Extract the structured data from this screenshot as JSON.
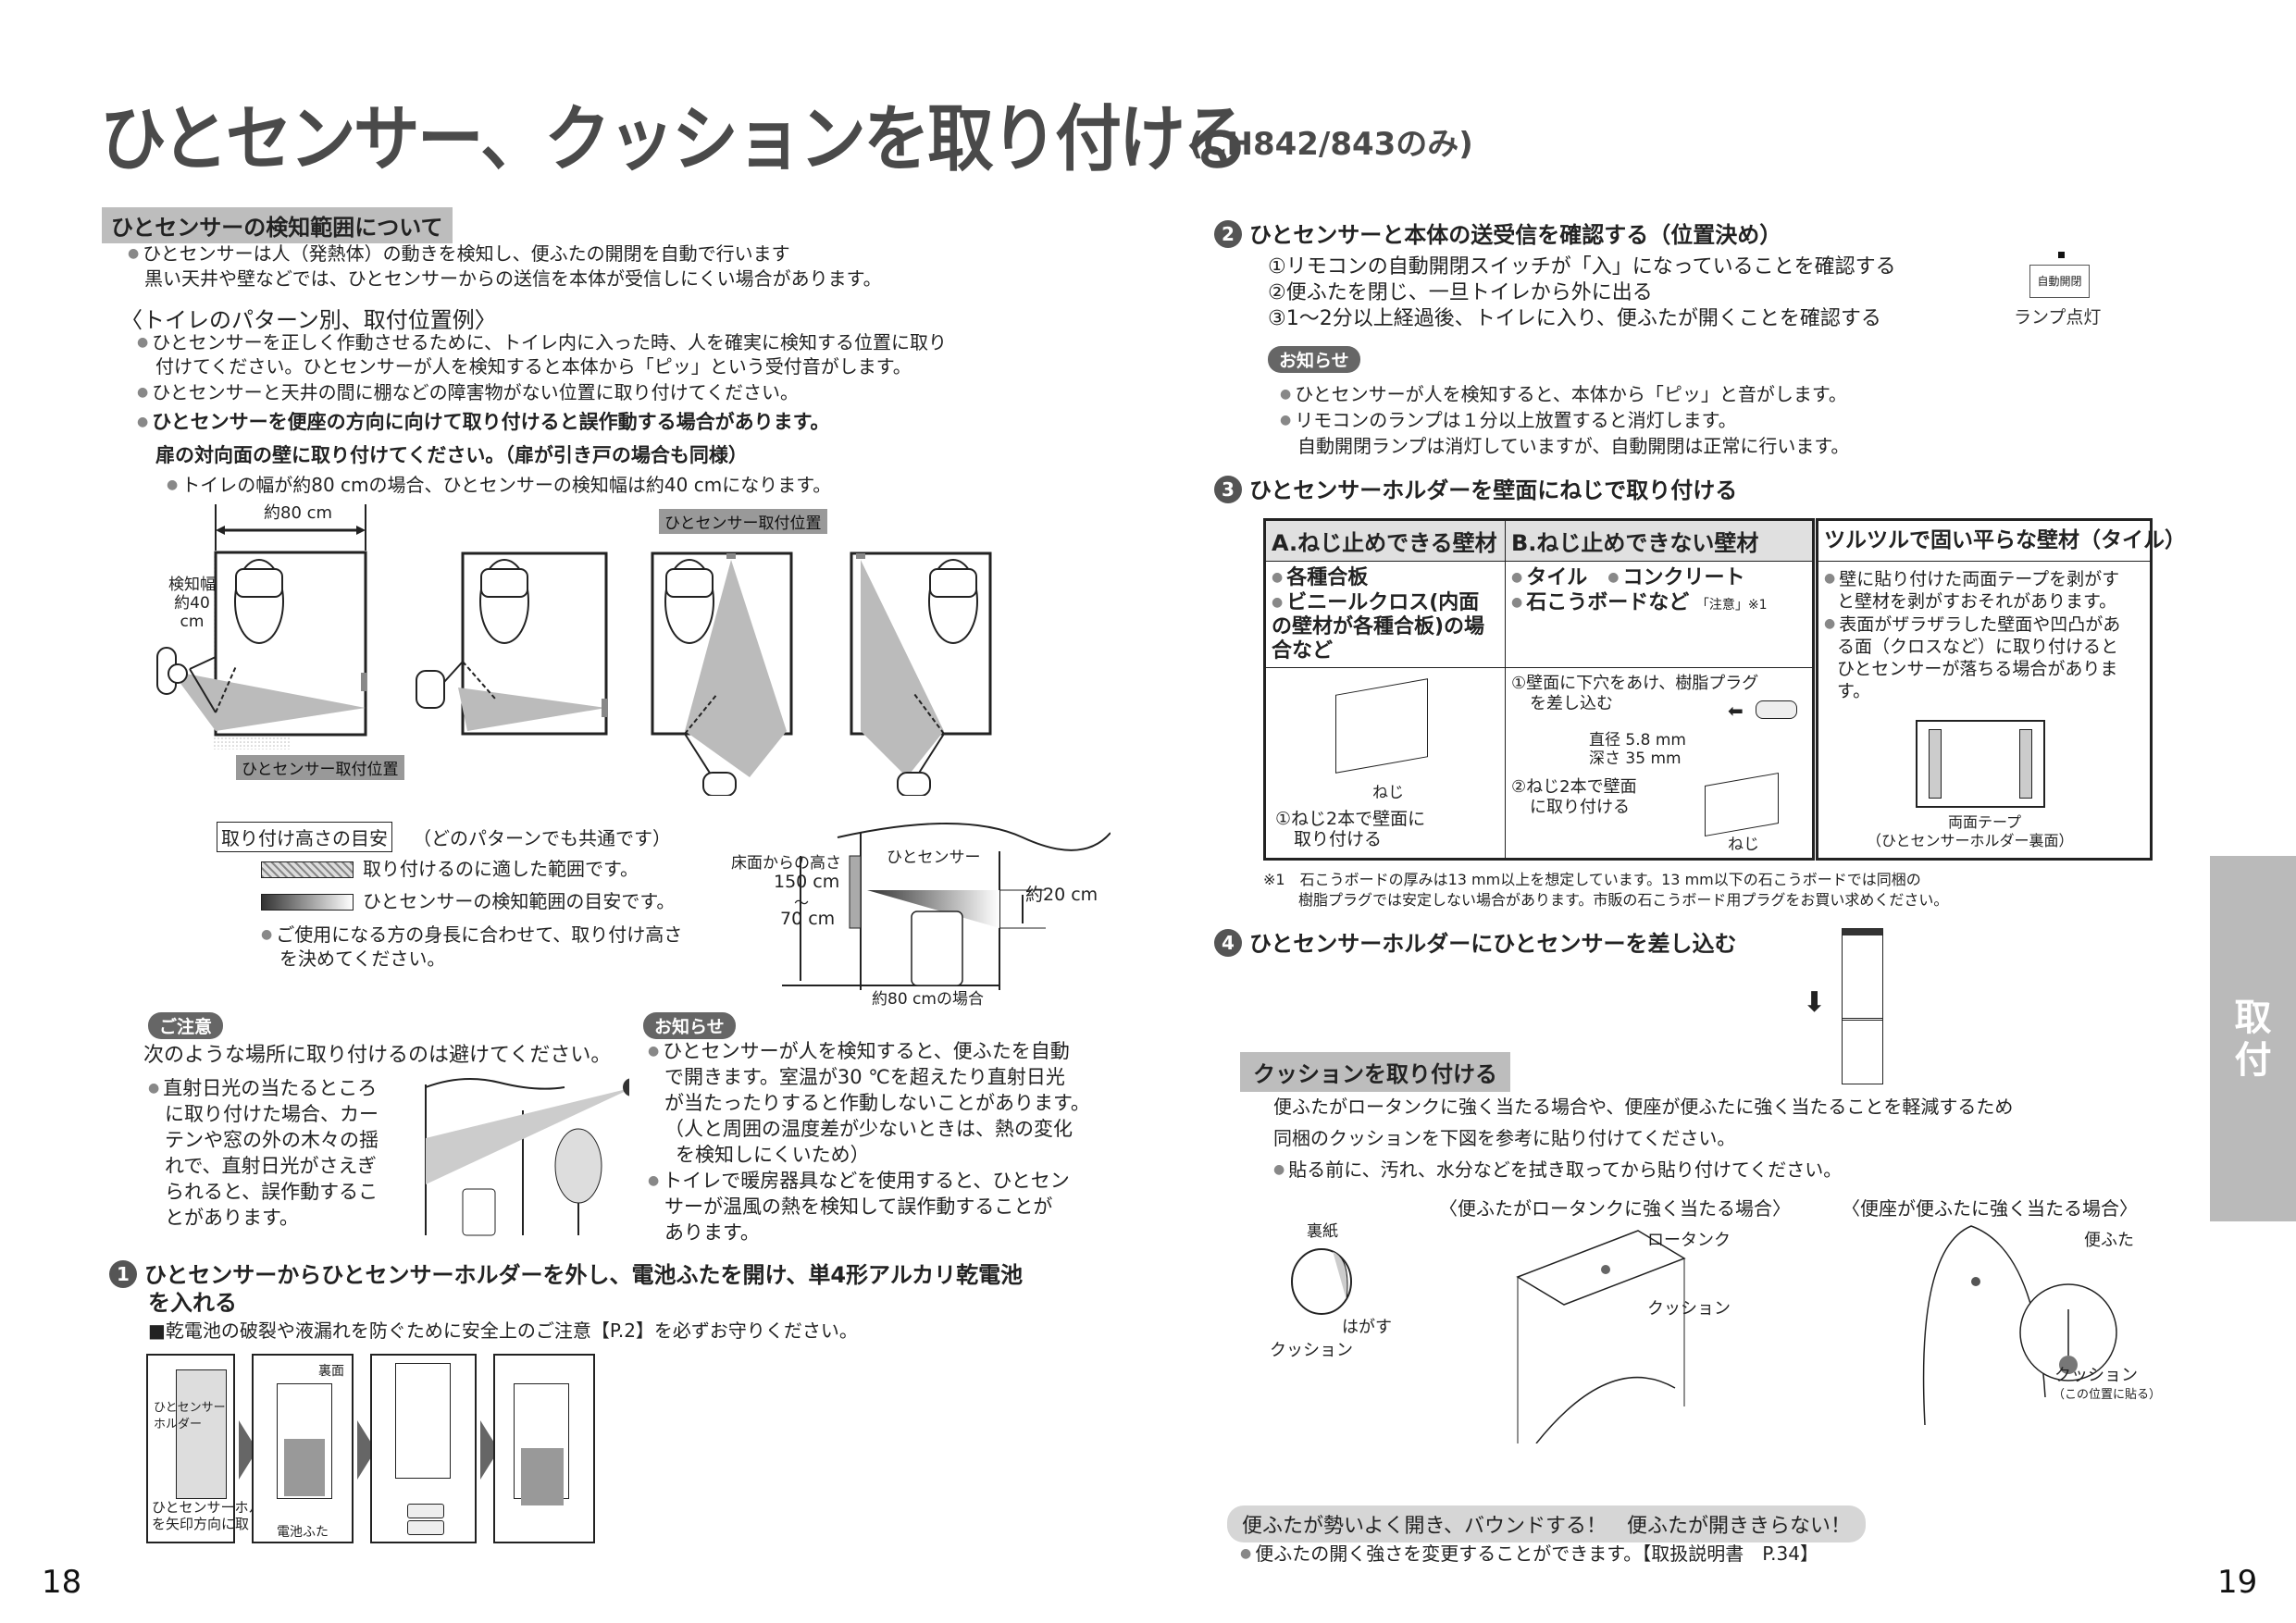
{
  "header": {
    "title": "ひとセンサー、クッションを取り付ける",
    "subtitle": "(CH842/843のみ)"
  },
  "left": {
    "detect_section": {
      "heading": "ひとセンサーの検知範囲について",
      "lines": [
        "ひとセンサーは人（発熱体）の動きを検知し、便ふたの開閉を自動で行います",
        "黒い天井や壁などでは、ひとセンサーからの送信を本体が受信しにくい場合があります。"
      ]
    },
    "pattern": {
      "heading": "〈トイレのパターン別、取付位置例〉",
      "bullets": [
        "ひとセンサーを正しく作動させるために、トイレ内に入った時、人を確実に検知する位置に取り",
        "付けてください。ひとセンサーが人を検知すると本体から「ピッ」という受付音がします。",
        "ひとセンサーと天井の間に棚などの障害物がない位置に取り付けてください。"
      ],
      "bold_bullet": "ひとセンサーを便座の方向に向けて取り付けると誤作動する場合があります。",
      "bold_sub": "扉の対向面の壁に取り付けてください。（扉が引き戸の場合も同様）",
      "width_note": "トイレの幅が約80 cmの場合、ひとセンサーの検知幅は約40 cmになります。"
    },
    "diagram": {
      "width_label": "約80 cm",
      "detect_width_label": [
        "検知幅",
        "約40",
        "cm"
      ],
      "sensor_position_label": "ひとセンサー取付位置"
    },
    "height": {
      "box_label": "取り付け高さの目安",
      "common_note": "（どのパターンでも共通です）",
      "legend": [
        "取り付けるのに適した範囲です。",
        "ひとセンサーの検知範囲の目安です。"
      ],
      "bullet": [
        "ご使用になる方の身長に合わせて、取り付け高さ",
        "を決めてください。"
      ],
      "diagram": {
        "floor_height_label": "床面からの高さ",
        "top": "150 cm",
        "tilde": "〜",
        "bottom": "70 cm",
        "sensor_label": "ひとセンサー",
        "range_label": "約20 cm",
        "width_case": "約80 cmの場合"
      }
    },
    "caution": {
      "badge": "ご注意",
      "heading": "次のような場所に取り付けるのは避けてください。",
      "text": [
        "直射日光の当たるところ",
        "に取り付けた場合、カー",
        "テンや窓の外の木々の揺",
        "れで、直射日光がさえぎ",
        "られると、誤作動するこ",
        "とがあります。"
      ]
    },
    "notice": {
      "badge": "お知らせ",
      "bullet1": [
        "ひとセンサーが人を検知すると、便ふたを自動",
        "で開きます。室温が30 ℃を超えたり直射日光",
        "が当たったりすると作動しないことがあります。",
        "（人と周囲の温度差が少ないときは、熱の変化",
        "を検知しにくいため）"
      ],
      "bullet2": [
        "トイレで暖房器具などを使用すると、ひとセン",
        "サーが温風の熱を検知して誤作動することが",
        "あります。"
      ]
    },
    "step1": {
      "num": "1",
      "title_line1": "ひとセンサーからひとセンサーホルダーを外し、電池ふたを開け、単4形アルカリ乾電池",
      "title_line2": "を入れる",
      "note": "■乾電池の破裂や液漏れを防ぐために安全上のご注意【P.2】を必ずお守りください。",
      "panels": [
        {
          "label": "ひとセンサー\nホルダー",
          "caption": [
            "ひとセンサーホルダー",
            "を矢印方向に取り外す"
          ]
        },
        {
          "label_back": "裏面",
          "label_cover": "電池ふた"
        },
        {},
        {}
      ]
    },
    "page_number": "18"
  },
  "right": {
    "step2": {
      "num": "2",
      "title": "ひとセンサーと本体の送受信を確認する（位置決め）",
      "items": [
        "①リモコンの自動開閉スイッチが「入」になっていることを確認する",
        "②便ふたを閉じ、一旦トイレから外に出る",
        "③1〜2分以上経過後、トイレに入り、便ふたが開くことを確認する"
      ],
      "remote_button": "自動開閉",
      "lamp_label": "ランプ点灯",
      "notice_badge": "お知らせ",
      "notices": [
        "ひとセンサーが人を検知すると、本体から「ピッ」と音がします。",
        "リモコンのランプは１分以上放置すると消灯します。",
        "自動開閉ランプは消灯していますが、自動開閉は正常に行います。"
      ]
    },
    "step3": {
      "num": "3",
      "title": "ひとセンサーホルダーを壁面にねじで取り付ける",
      "table": {
        "col_a": {
          "header": "A.ねじ止めできる壁材",
          "items": [
            "各種合板",
            "ビニールクロス(内面の壁材が各種合板)の場合など"
          ],
          "screw_label": "ねじ",
          "instruction": [
            "①ねじ2本で壁面に",
            "取り付ける"
          ]
        },
        "col_b": {
          "header": "B.ねじ止めできない壁材",
          "items": [
            "タイル",
            "コンクリート",
            "石こうボードなど"
          ],
          "note_ref": "「注意」※1",
          "instruction1": [
            "①壁面に下穴をあけ、樹脂プラグ",
            "を差し込む"
          ],
          "hole_diameter": "直径 5.8 mm",
          "hole_depth": "深さ 35 mm",
          "instruction2": [
            "②ねじ2本で壁面",
            "に取り付ける"
          ],
          "screw_label": "ねじ"
        },
        "col_c": {
          "header": "ツルツルで固い平らな壁材（タイル）",
          "bullets": [
            [
              "壁に貼り付けた両面テープを剥がす",
              "と壁材を剥がすおそれがあります。"
            ],
            [
              "表面がザラザラした壁面や凹凸があ",
              "る面（クロスなど）に取り付けると",
              "ひとセンサーが落ちる場合がありま",
              "す。"
            ]
          ],
          "tape_label": "両面テープ",
          "tape_sub": "（ひとセンサーホルダー裏面）"
        }
      },
      "footnote": [
        "※1　石こうボードの厚みは13 mm以上を想定しています。13 mm以下の石こうボードでは同梱の",
        "樹脂プラグでは安定しない場合があります。市販の石こうボード用プラグをお買い求めください。"
      ]
    },
    "step4": {
      "num": "4",
      "title": "ひとセンサーホルダーにひとセンサーを差し込む"
    },
    "cushion": {
      "heading": "クッションを取り付ける",
      "lines": [
        "便ふたがロータンクに強く当たる場合や、便座が便ふたに強く当たることを軽減するため",
        "同梱のクッションを下図を参考に貼り付けてください。"
      ],
      "bullet": "貼る前に、汚れ、水分などを拭き取ってから貼り付けてください。",
      "case1": "〈便ふたがロータンクに強く当たる場合〉",
      "case2": "〈便座が便ふたに強く当たる場合〉",
      "labels": {
        "backing_paper": "裏紙",
        "peel": "はがす",
        "cushion": "クッション",
        "tank": "ロータンク",
        "cushion_tank": "クッション",
        "lid": "便ふた",
        "cushion_lid": "クッション",
        "cushion_lid_sub": "（この位置に貼る）"
      }
    },
    "tip": {
      "heading": "便ふたが勢いよく開き、バウンドする！　便ふたが開ききらない！",
      "bullet": "便ふたの開く強さを変更することができます。【取扱説明書　P.34】"
    },
    "side_tab": [
      "取",
      "付"
    ],
    "page_number": "19"
  }
}
